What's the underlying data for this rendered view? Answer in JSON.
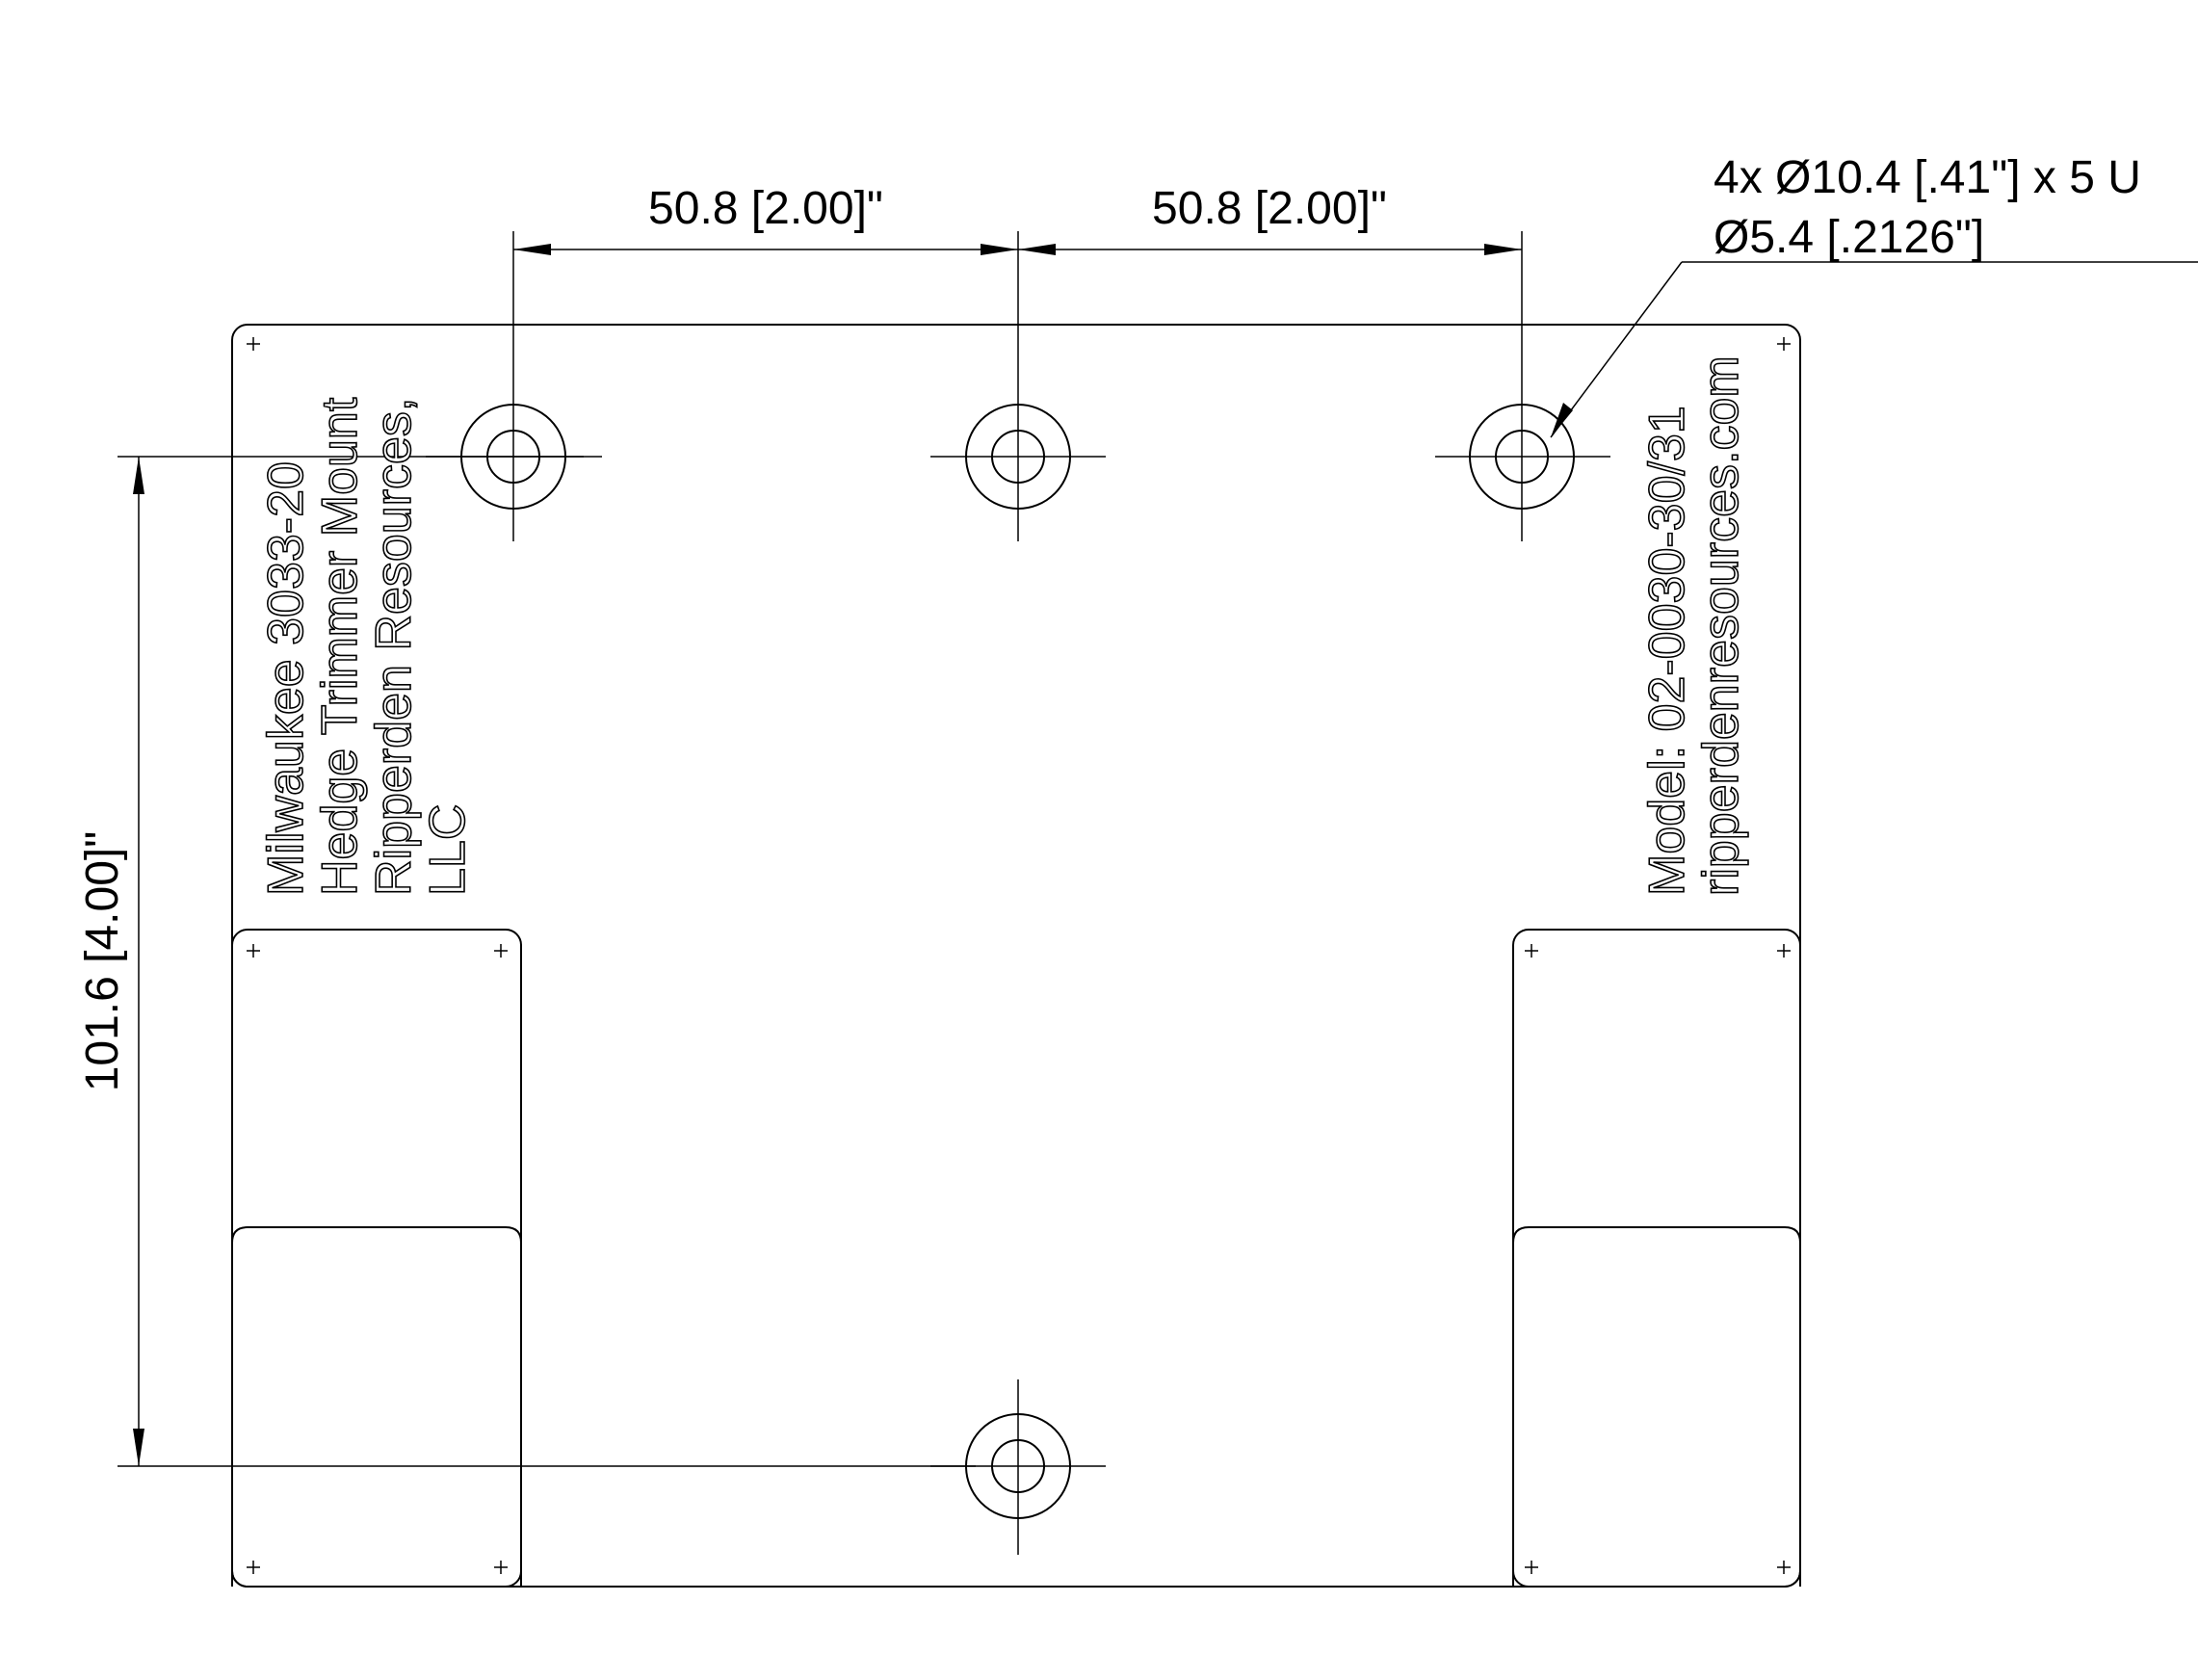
{
  "dimensions": {
    "horizontal_left": "50.8 [2.00]\"",
    "horizontal_right": "50.8 [2.00]\"",
    "vertical": "101.6 [4.00]\"",
    "hole_callout_line1": "4x Ø10.4 [.41\"] x 5 U",
    "hole_callout_line2": "Ø5.4 [.2126\"]"
  },
  "engraving": {
    "left_lines": [
      "Milwaukee 3033-20",
      "Hedge Trimmer Mount",
      "Ripperden Resources,",
      "LLC"
    ],
    "right_lines": [
      "Model: 02-0030-30/31",
      "ripperdenresources.com"
    ]
  },
  "holes": {
    "count": 4,
    "counterbore": "Ø10.4",
    "through": "Ø5.4"
  }
}
